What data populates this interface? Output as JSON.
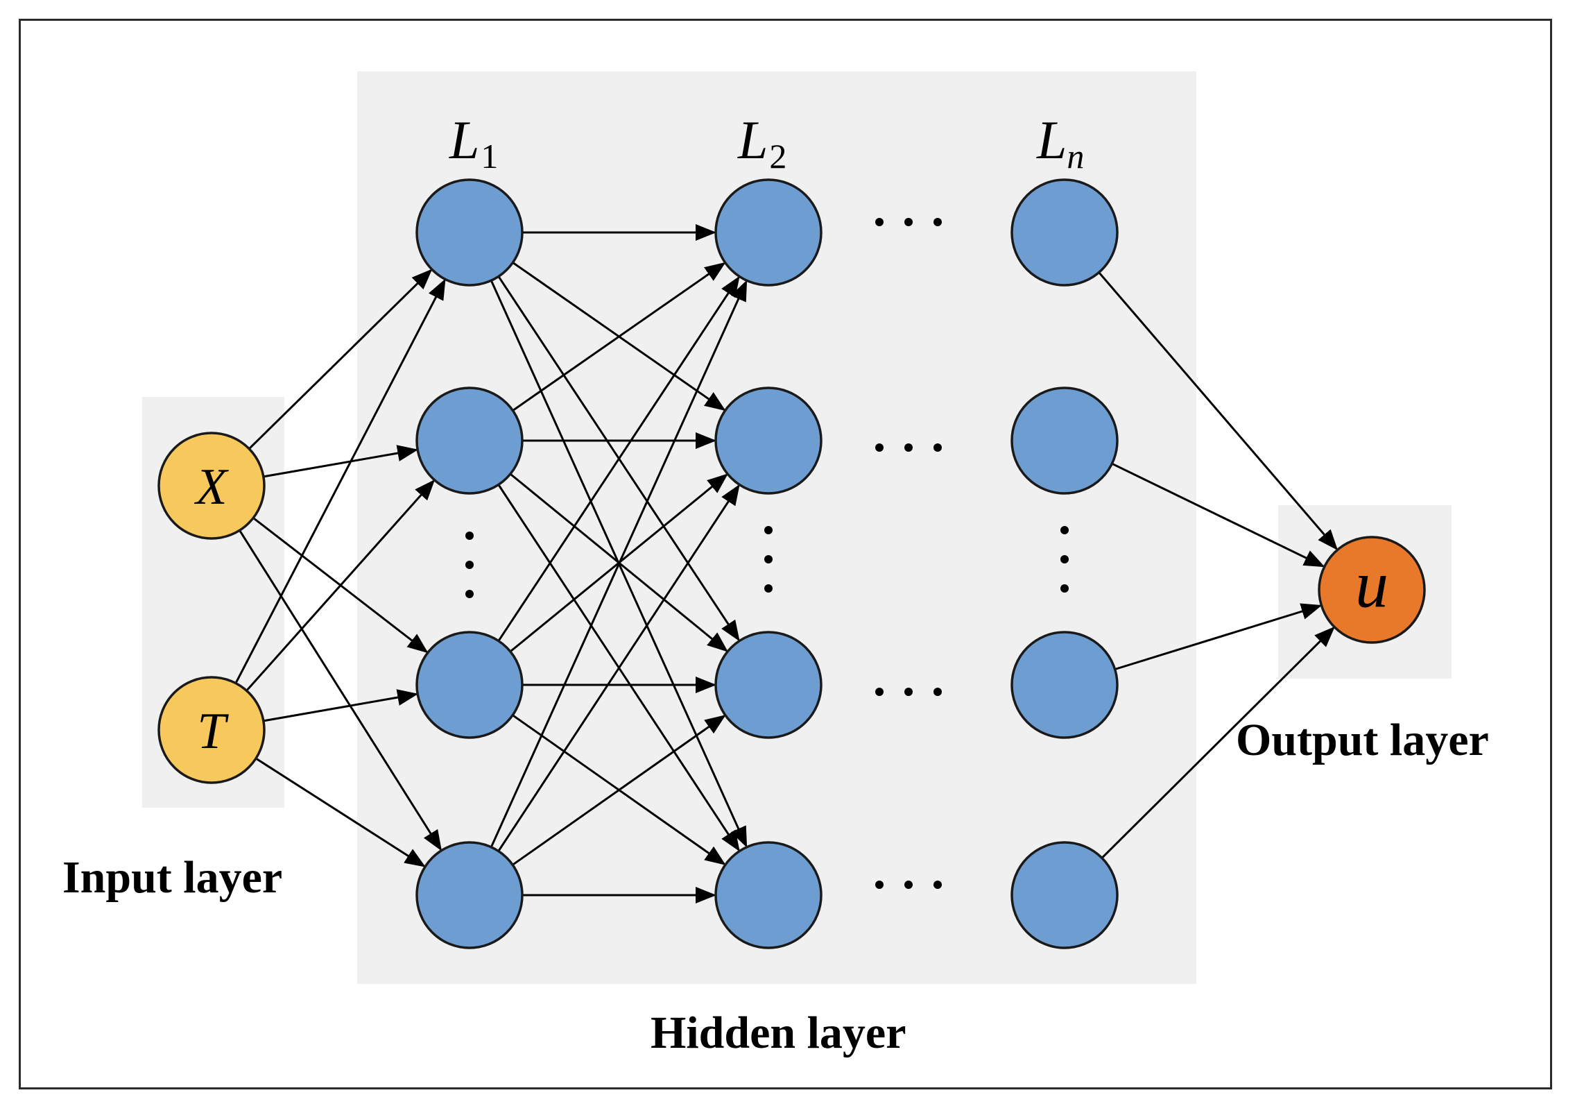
{
  "captions": {
    "input": "Input layer",
    "hidden": "Hidden layer",
    "output": "Output layer"
  },
  "input_nodes": [
    "X",
    "T"
  ],
  "output_node": "u",
  "hidden_layers": [
    {
      "name": "L",
      "subscript": "1"
    },
    {
      "name": "L",
      "subscript": "2"
    },
    {
      "name": "L",
      "subscript": "n"
    }
  ],
  "colors": {
    "input_node": "#f7c95c",
    "hidden_node": "#6e9dd1",
    "output_node": "#e8782a",
    "panel": "#f0f0f0",
    "border": "#2b2b2b"
  },
  "icons": {
    "ellipsis_horizontal": "ellipsis-horizontal-icon",
    "ellipsis_vertical": "ellipsis-vertical-icon"
  }
}
